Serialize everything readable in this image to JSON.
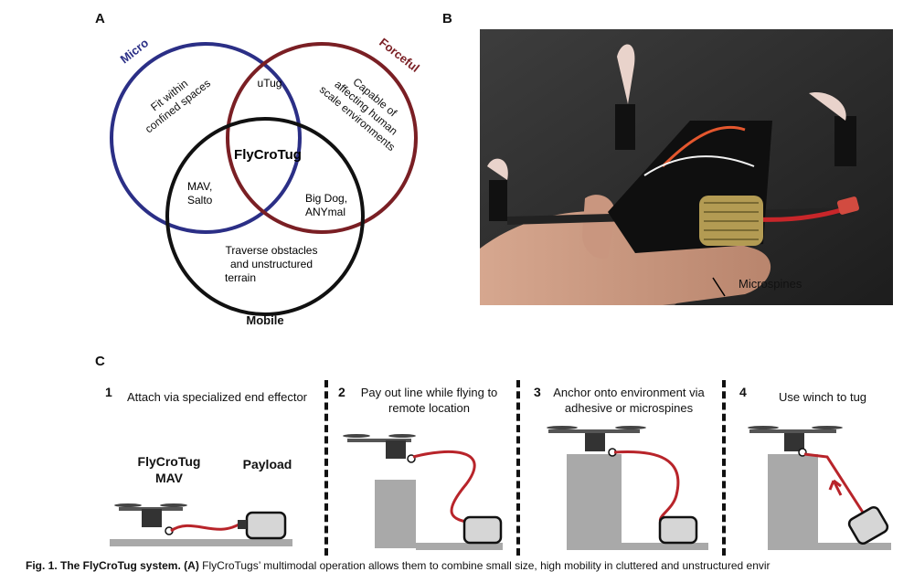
{
  "panels": {
    "a": "A",
    "b": "B",
    "c": "C"
  },
  "venn": {
    "micro_title": "Micro",
    "forceful_title": "Forceful",
    "mobile_title": "Mobile",
    "micro_text": [
      "Fit within",
      "confined spaces"
    ],
    "forceful_text": [
      "Capable of",
      "affecting human",
      "scale environments"
    ],
    "mobile_text": [
      "Traverse obstacles",
      "and unstructured",
      "terrain"
    ],
    "micro_forceful": "uTug",
    "micro_mobile": [
      "MAV,",
      "Salto"
    ],
    "forceful_mobile": [
      "Big Dog,",
      "ANYmal"
    ],
    "center": "FlyCroTug",
    "colors": {
      "micro": "#2b2f86",
      "forceful": "#7a1f24",
      "mobile": "#111111"
    }
  },
  "photo": {
    "label": "Microspines"
  },
  "steps": [
    {
      "num": "1",
      "caption": "Attach via specialized end effector"
    },
    {
      "num": "2",
      "caption": "Pay out line while flying to remote location"
    },
    {
      "num": "3",
      "caption": "Anchor onto environment via adhesive or microspines"
    },
    {
      "num": "4",
      "caption": "Use winch to tug"
    }
  ],
  "step1_labels": {
    "robot": "FlyCroTug MAV",
    "payload": "Payload"
  },
  "figure_caption": {
    "bold": "Fig. 1. The FlyCroTug system.",
    "panel": "(A)",
    "text": " FlyCroTugs’ multimodal operation allows them to combine small size, high mobility in cluttered and unstructured envir"
  }
}
